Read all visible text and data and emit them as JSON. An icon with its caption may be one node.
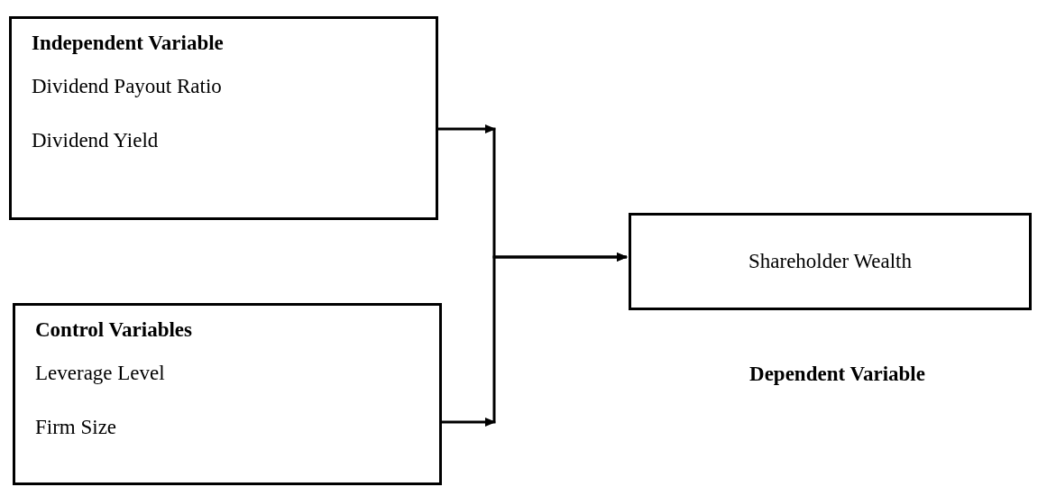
{
  "diagram": {
    "nodes": [
      {
        "text": [
          "Independent Variable",
          "Dividend Payout Ratio",
          "Dividend Yield"
        ]
      },
      {
        "text": [
          "Control Variables",
          "Leverage Level",
          "Firm Size"
        ]
      },
      {
        "text": [
          "Shareholder Wealth"
        ],
        "beside": [
          "Dependent Variable"
        ]
      }
    ],
    "edges": [
      {
        "from": 0,
        "to": 2,
        "arrow": "to"
      },
      {
        "from": 1,
        "to": 2,
        "arrow": "to"
      }
    ]
  }
}
